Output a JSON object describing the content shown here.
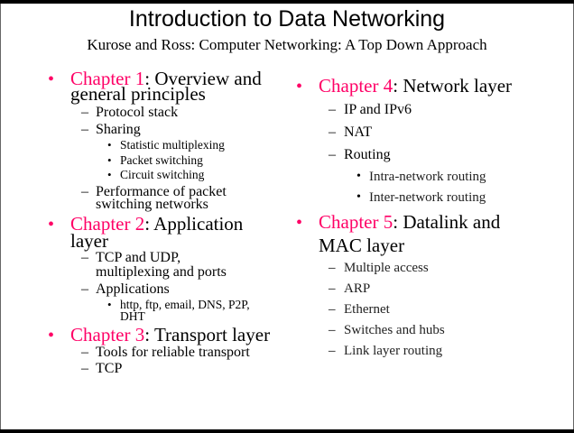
{
  "title": "Introduction to Data Networking",
  "subtitle": "Kurose and Ross: Computer Networking: A Top Down Approach",
  "accent_color": "#ff0066",
  "ch1": {
    "label": "Chapter 1",
    "rest": ": Overview and",
    "line2": "general principles",
    "items": [
      "Protocol stack",
      "Sharing",
      "Performance of packet",
      "switching networks"
    ],
    "sharing_sub": [
      "Statistic multiplexing",
      "Packet switching",
      "Circuit switching"
    ]
  },
  "ch2": {
    "label": "Chapter 2",
    "rest": ": Application",
    "line2": "layer",
    "items": [
      "TCP and UDP,",
      "multiplexing and ports",
      "Applications"
    ],
    "apps_sub": [
      "http, ftp, email, DNS, P2P,",
      "DHT"
    ]
  },
  "ch3": {
    "label": "Chapter 3",
    "rest": ": Transport layer",
    "items": [
      "Tools for reliable transport",
      "TCP"
    ]
  },
  "ch4": {
    "label": "Chapter 4",
    "rest": ": Network layer",
    "items": [
      "IP and IPv6",
      "NAT",
      "Routing"
    ],
    "routing_sub": [
      "Intra-network routing",
      "Inter-network routing"
    ]
  },
  "ch5": {
    "label": "Chapter 5",
    "rest": ": Datalink and",
    "line2": "MAC layer",
    "items": [
      "Multiple access",
      "ARP",
      "Ethernet",
      "Switches and hubs",
      "Link layer routing"
    ]
  }
}
